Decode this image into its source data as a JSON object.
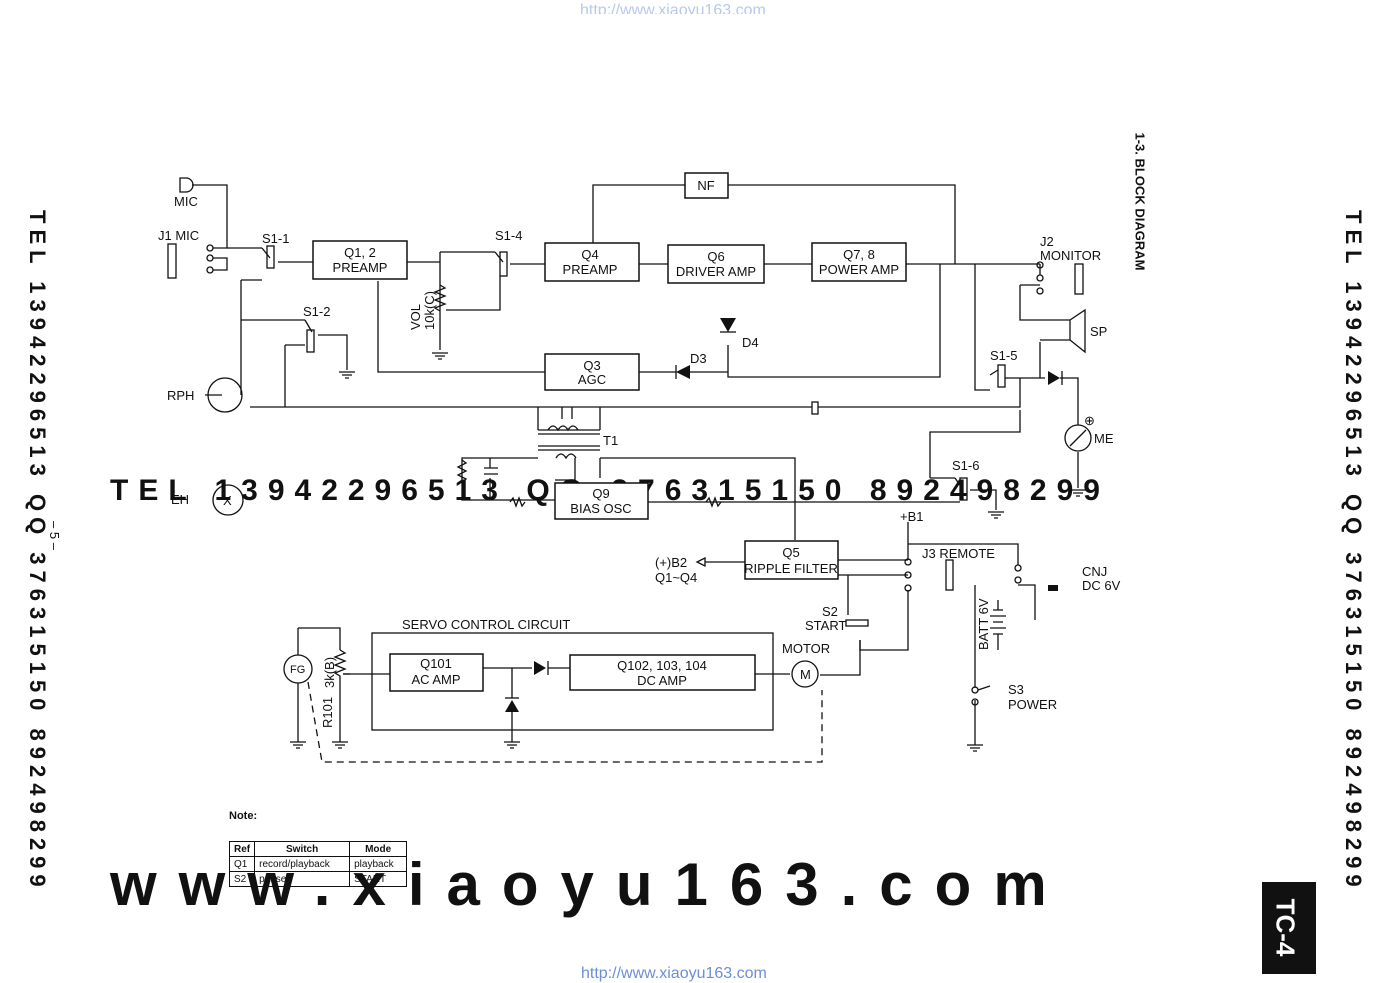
{
  "page": {
    "url_top": "http://www.xiaoyu163.com",
    "url_bottom": "http://www.xiaoyu163.com",
    "section_title": "1-3.  BLOCK DIAGRAM",
    "page_number": "– 5 –",
    "model_tab": "TC-4",
    "watermarks": {
      "main": "www.xiaoyu163.com",
      "middle": "TEL 13942296513 QQ 376315150 892498299",
      "left_vertical": "TEL 13942296513 QQ 376315150 892498299",
      "right_vertical": "TEL 13942296513 QQ 376315150 892498299"
    }
  },
  "blocks": {
    "q12": {
      "name": "Q1, 2",
      "label": "PREAMP"
    },
    "q4": {
      "name": "Q4",
      "label": "PREAMP"
    },
    "q6": {
      "name": "Q6",
      "label": "DRIVER AMP"
    },
    "q78": {
      "name": "Q7, 8",
      "label": "POWER AMP"
    },
    "nf": {
      "label": "NF"
    },
    "q3": {
      "name": "Q3",
      "label": "AGC"
    },
    "q9": {
      "name": "Q9",
      "label": "BIAS OSC"
    },
    "q5": {
      "name": "Q5",
      "label": "RIPPLE FILTER"
    },
    "q101": {
      "name": "Q101",
      "label": "AC AMP"
    },
    "q102": {
      "name": "Q102, 103, 104",
      "label": "DC AMP"
    }
  },
  "labels": {
    "mic": "MIC",
    "j1_mic": "J1 MIC",
    "s1_1": "S1-1",
    "s1_2": "S1-2",
    "s1_4": "S1-4",
    "s1_5": "S1-5",
    "s1_6": "S1-6",
    "vol": "VOL",
    "vol_value": "10k(C)",
    "d4": "D4",
    "d3": "D3",
    "rph": "RPH",
    "eh": "EH",
    "t1": "T1",
    "j2": "J2",
    "monitor": "MONITOR",
    "sp": "SP",
    "me": "ME",
    "b1": "+B1",
    "b2": "(+)B2",
    "q1_q4": "Q1~Q4",
    "j3_remote": "J3 REMOTE",
    "cnj": "CNJ",
    "dc6v": "DC 6V",
    "s2": "S2",
    "start": "START",
    "batt": "BATT 6V",
    "s3": "S3",
    "power": "POWER",
    "servo": "SERVO CONTROL CIRCUIT",
    "motor": "MOTOR",
    "m": "M",
    "fg": "FG",
    "r101": "R101",
    "r101_value": "3k(B)",
    "plus": "⊕",
    "x": "X"
  },
  "note": {
    "label": "Note:",
    "headers": [
      "Ref",
      "Switch",
      "Mode"
    ],
    "rows": [
      [
        "Q1",
        "record/playback",
        "playback"
      ],
      [
        "S2",
        "pause",
        "START"
      ]
    ]
  }
}
